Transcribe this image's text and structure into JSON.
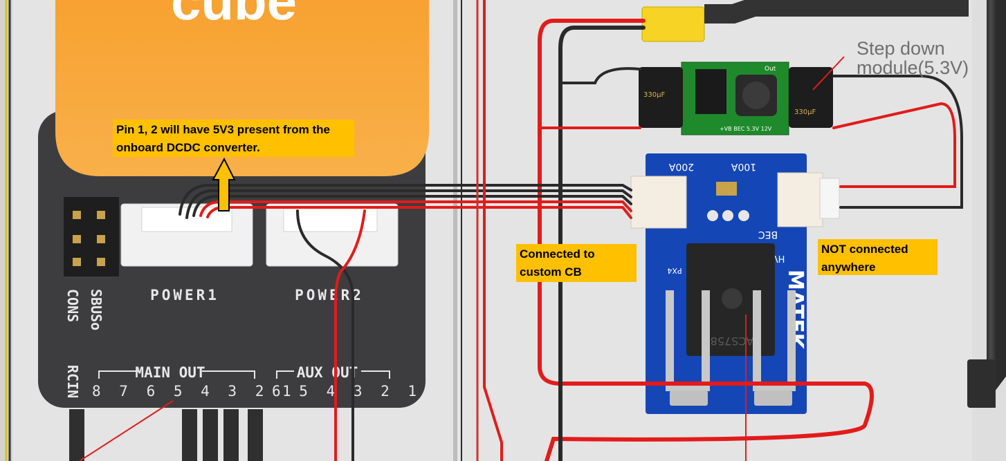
{
  "flight_controller": {
    "brand_text": "cube",
    "ports": {
      "power1": "POWER1",
      "power2": "POWER2",
      "cons": "CONS",
      "sbus": "SBUSo",
      "rcin": "RCIN"
    },
    "main_out": {
      "label": "MAIN OUT",
      "pins": "8 7 6 5 4 3 2 1"
    },
    "aux_out": {
      "label": "AUX OUT",
      "pins": "6 5 4 3 2 1"
    }
  },
  "sensor_board": {
    "rating_200a": "200A",
    "rating_100a": "100A",
    "bec": "BEC",
    "hv": "HV",
    "px4": "PX4",
    "chip_label": "ACS758",
    "maker": "MATEK"
  },
  "step_down_board": {
    "cap_label": "330µF",
    "out_label": "Out",
    "silk": "+VB BEC 5.3V 12V"
  },
  "annotations": {
    "step_down": {
      "line1": "Step down",
      "line2": "module(5.3V)"
    },
    "pin_note": {
      "line1": "Pin 1, 2 will have 5V3 present from the",
      "line2": "onboard DCDC converter."
    },
    "connected": {
      "line1": "Connected to",
      "line2": "custom CB"
    },
    "not_connected": {
      "line1": "NOT connected",
      "line2": "anywhere"
    }
  },
  "colors": {
    "cube_orange": "#f8a835",
    "carrier_dark": "#3f3f42",
    "pcb_green": "#1f8a2c",
    "pcb_blue": "#1546b6",
    "wire_red": "#e21b1b",
    "callout_bg": "#ffc000"
  }
}
